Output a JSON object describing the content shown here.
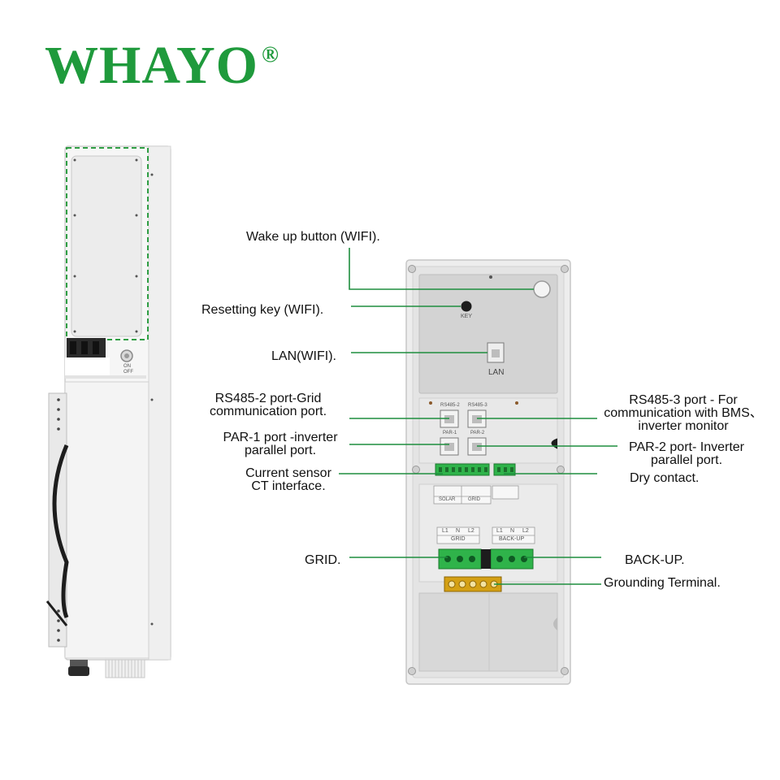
{
  "brand": {
    "name": "WHAYO",
    "mark": "®"
  },
  "callouts": {
    "wake_up": "Wake up button (WIFI).",
    "resetting": "Resetting key (WIFI).",
    "lan": "LAN(WIFI).",
    "rs485_2": [
      "RS485-2 port-Grid",
      "communication port."
    ],
    "par1": [
      "PAR-1 port -inverter",
      "parallel port."
    ],
    "ct": [
      "Current sensor",
      "CT interface."
    ],
    "grid": "GRID.",
    "rs485_3": [
      "RS485-3 port - For",
      "communication with BMS、",
      "inverter monitor"
    ],
    "par2": [
      "PAR-2 port- Inverter",
      "parallel port."
    ],
    "dry": "Dry contact.",
    "backup": "BACK-UP.",
    "ground": "Grounding Terminal."
  },
  "panel_labels": {
    "key": "KEY",
    "lan": "LAN",
    "rs485_2": "RS485-2",
    "rs485_3": "RS485-3",
    "par1": "PAR-1",
    "par2": "PAR-2",
    "solar": "SOLAR",
    "grid_ct": "GRID",
    "grid_block": "GRID",
    "backup_block": "BACK-UP",
    "l1": "L1",
    "n": "N",
    "l2": "L2",
    "switch_on": "ON",
    "switch_off": "OFF"
  },
  "colors": {
    "brand_green": "#1f9a3c",
    "leader_green": "#1e8e3e",
    "dashed_green": "#2f9e44"
  }
}
